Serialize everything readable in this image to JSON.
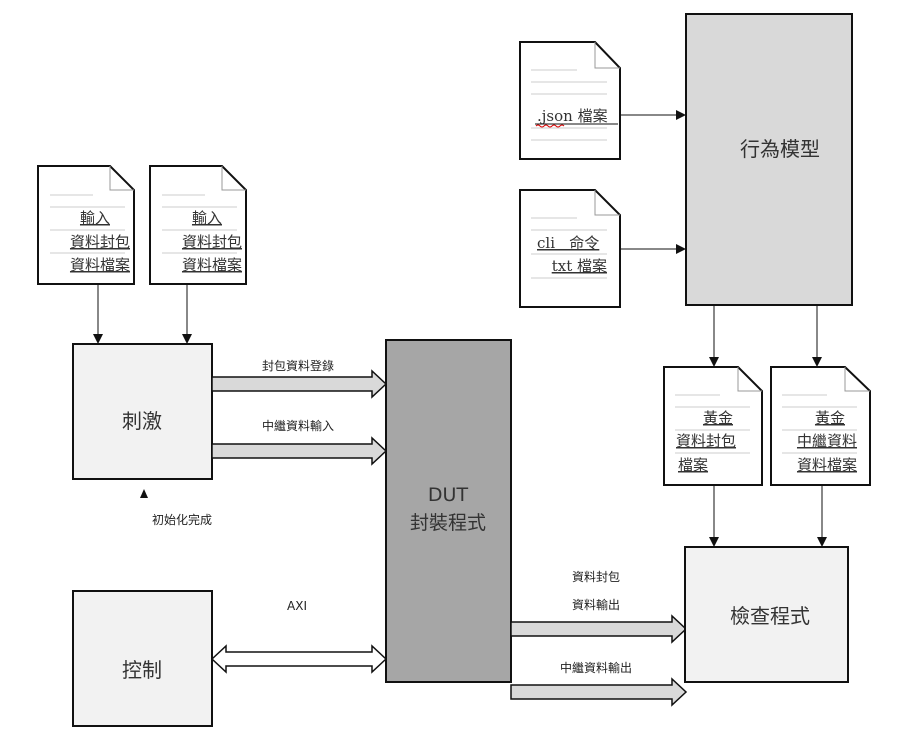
{
  "blocks": {
    "stimulus": "刺激",
    "control": "控制",
    "dut_line1": "DUT",
    "dut_line2": "封裝程式",
    "behavior_model": "行為模型",
    "checker": "檢查程式"
  },
  "documents": {
    "input1": [
      "輸入",
      "資料封包",
      "資料檔案"
    ],
    "input2": [
      "輸入",
      "資料封包",
      "資料檔案"
    ],
    "json_file": ".json 檔案",
    "cli_file": [
      "cli   命令",
      "txt 檔案"
    ],
    "golden_packet": [
      "黃金",
      "資料封包",
      "檔案"
    ],
    "golden_relay": [
      "黃金",
      "中繼資料",
      "資料檔案"
    ]
  },
  "signals": {
    "packet_register": "封包資料登錄",
    "relay_input": "中繼資料輸入",
    "init_done": "初始化完成",
    "axi": "AXI",
    "packet_out_line1": "資料封包",
    "packet_out_line2": "資料輸出",
    "relay_out": "中繼資料輸出"
  },
  "colors": {
    "light_box": "#f2f2f2",
    "gray_box": "#d9d9d9",
    "dut_box": "#a6a6a6",
    "bus_arrow": "#d9d9d9",
    "stroke": "#1a1a1a"
  }
}
